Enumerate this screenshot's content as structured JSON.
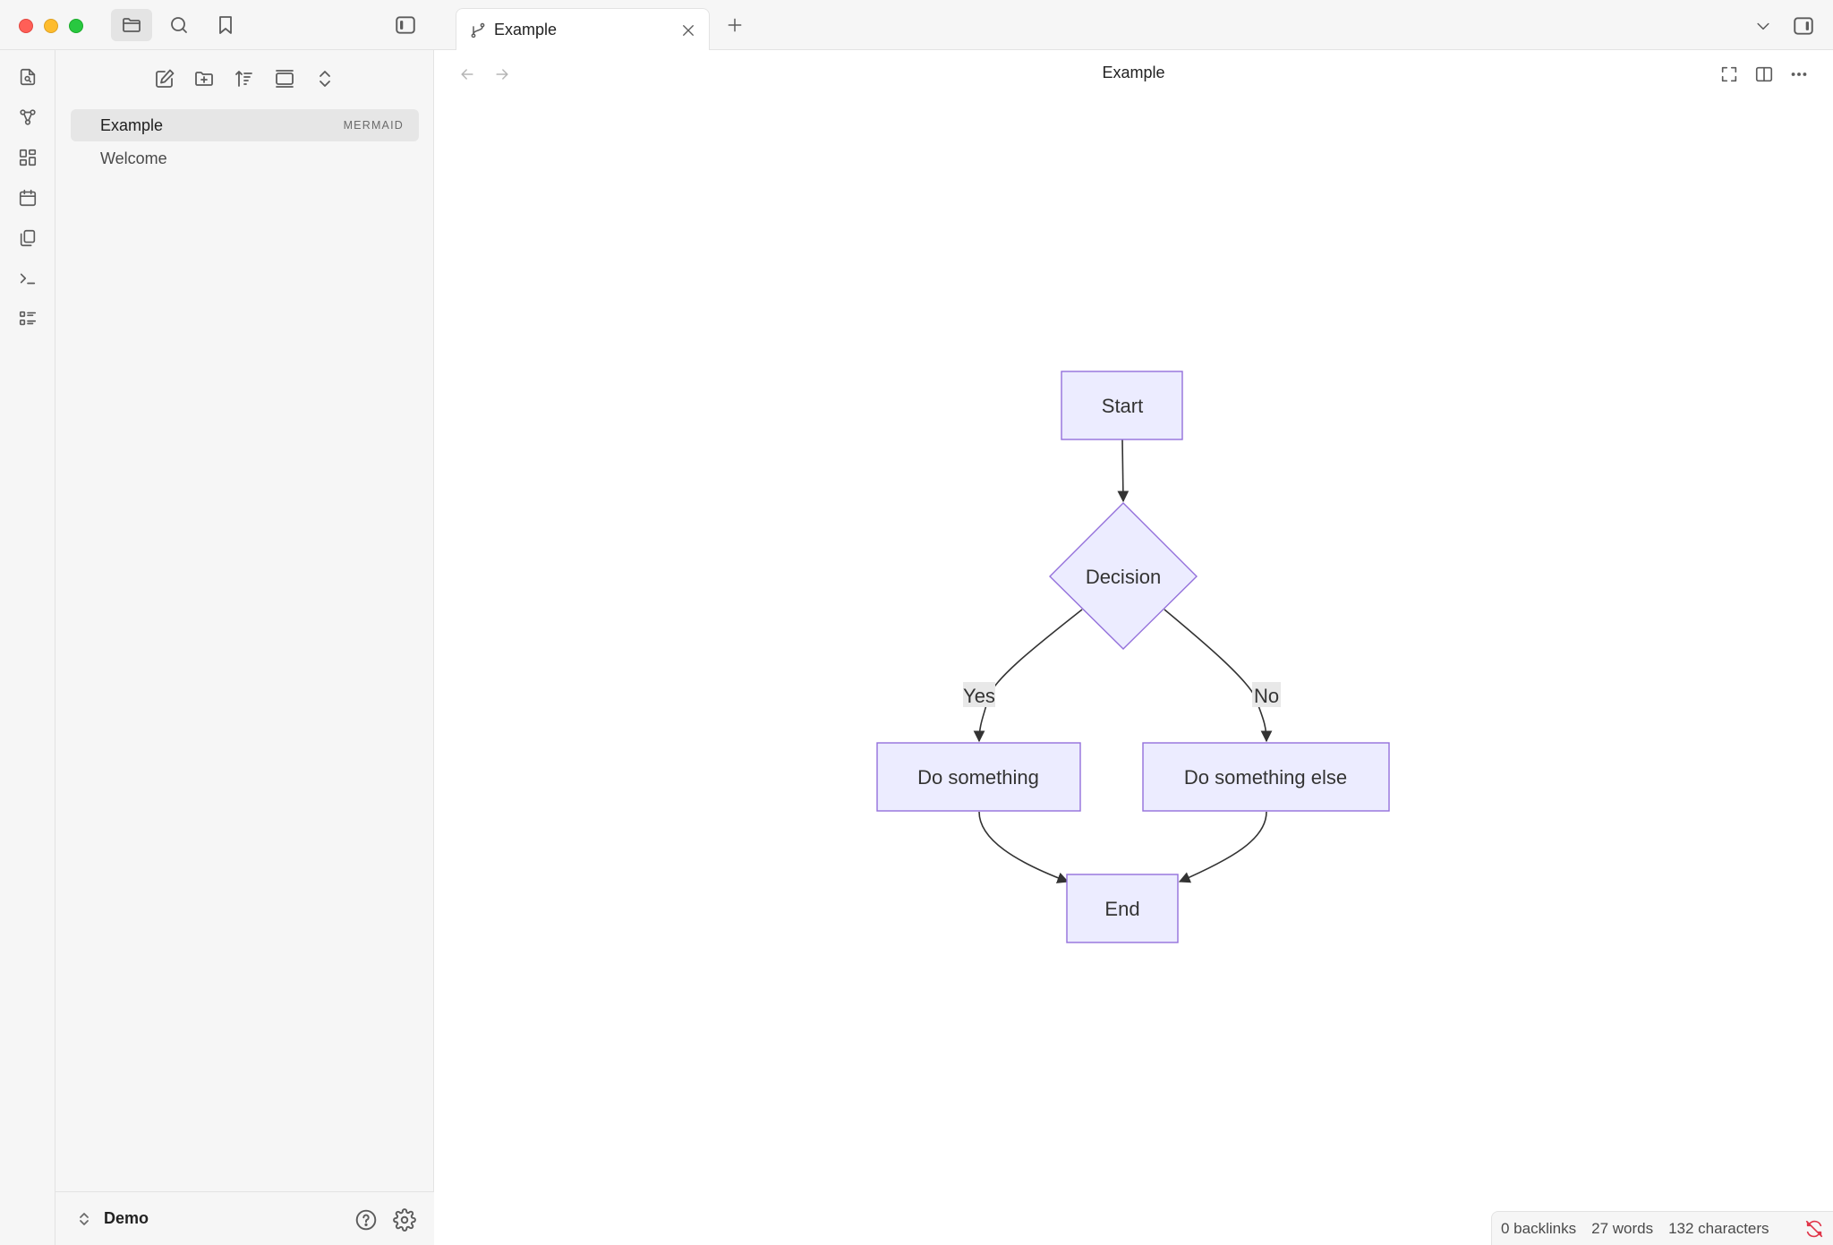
{
  "window": {
    "traffic_lights": [
      "close",
      "minimize",
      "zoom"
    ]
  },
  "sidebar_top": {
    "icons": [
      "folder-icon",
      "search-icon",
      "bookmark-icon"
    ],
    "toggle_icon": "sidebar-toggle-icon"
  },
  "ribbon": {
    "icons": [
      "file-search-icon",
      "graph-icon",
      "canvas-icon",
      "calendar-icon",
      "copy-icon",
      "terminal-icon",
      "list-icon"
    ]
  },
  "explorer": {
    "toolbar": [
      "new-note-icon",
      "new-folder-icon",
      "sort-icon",
      "collapse-view-icon",
      "expand-collapse-icon"
    ],
    "files": [
      {
        "name": "Example",
        "badge": "MERMAID",
        "active": true
      },
      {
        "name": "Welcome",
        "badge": "",
        "active": false
      }
    ]
  },
  "vault": {
    "name": "Demo",
    "help_icon": "help-icon",
    "settings_icon": "gear-icon"
  },
  "tabs": [
    {
      "title": "Example",
      "icon": "branch-icon",
      "active": true
    }
  ],
  "view": {
    "title": "Example"
  },
  "diagram": {
    "nodes": {
      "start": "Start",
      "decision": "Decision",
      "do_something": "Do something",
      "do_something_else": "Do something else",
      "end": "End"
    },
    "edges": {
      "yes": "Yes",
      "no": "No"
    },
    "colors": {
      "node_fill": "#ececff",
      "node_stroke": "#9370db",
      "edge": "#333333",
      "label_bg": "#e8e8e8"
    }
  },
  "status": {
    "backlinks": "0 backlinks",
    "words": "27 words",
    "characters": "132 characters",
    "sync_icon": "sync-off-icon"
  }
}
